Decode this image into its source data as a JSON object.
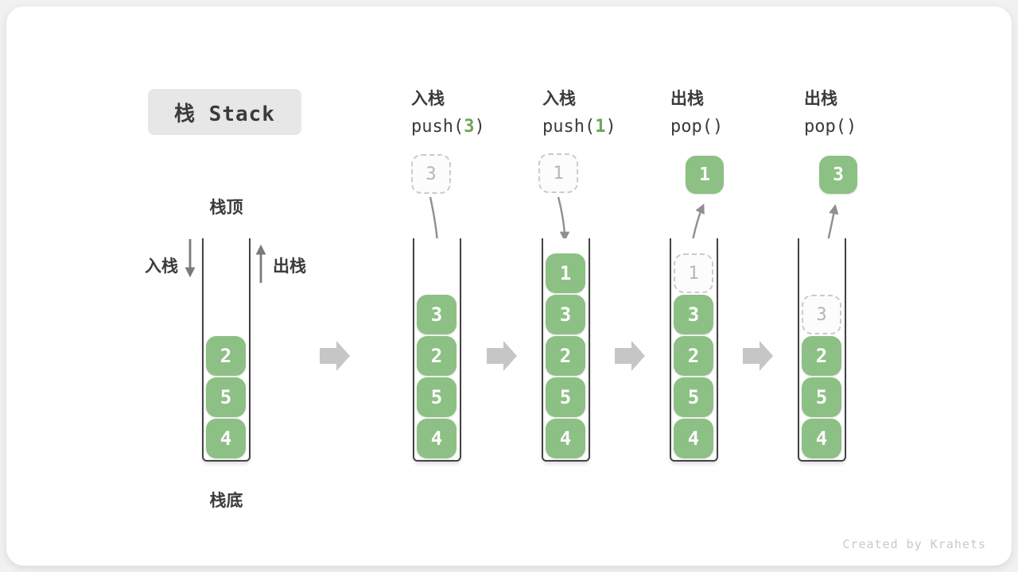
{
  "title": {
    "text": "栈 Stack"
  },
  "labels": {
    "stack_top": "栈顶",
    "stack_bottom": "栈底",
    "push_side": "入栈",
    "pop_side": "出栈"
  },
  "operations": [
    {
      "label": "入栈",
      "code_before": "push(",
      "code_arg": "3",
      "code_after": ")"
    },
    {
      "label": "入栈",
      "code_before": "push(",
      "code_arg": "1",
      "code_after": ")"
    },
    {
      "label": "出栈",
      "code_before": "pop(",
      "code_arg": "",
      "code_after": ")"
    },
    {
      "label": "出栈",
      "code_before": "pop(",
      "code_arg": "",
      "code_after": ")"
    }
  ],
  "stacks": [
    {
      "name": "initial",
      "cells": [
        {
          "value": "2",
          "slot": 3
        },
        {
          "value": "5",
          "slot": 4
        },
        {
          "value": "4",
          "slot": 5
        }
      ]
    },
    {
      "name": "after-push-3",
      "floating": {
        "value": "3",
        "variant": "ghost"
      },
      "cells": [
        {
          "value": "3",
          "slot": 2
        },
        {
          "value": "2",
          "slot": 3
        },
        {
          "value": "5",
          "slot": 4
        },
        {
          "value": "4",
          "slot": 5
        }
      ]
    },
    {
      "name": "after-push-1",
      "floating": {
        "value": "1",
        "variant": "ghost"
      },
      "cells": [
        {
          "value": "1",
          "slot": 1
        },
        {
          "value": "3",
          "slot": 2
        },
        {
          "value": "2",
          "slot": 3
        },
        {
          "value": "5",
          "slot": 4
        },
        {
          "value": "4",
          "slot": 5
        }
      ]
    },
    {
      "name": "after-pop-1",
      "floating": {
        "value": "1",
        "variant": "solid"
      },
      "cells": [
        {
          "value": "1",
          "slot": 1,
          "variant": "ghost"
        },
        {
          "value": "3",
          "slot": 2
        },
        {
          "value": "2",
          "slot": 3
        },
        {
          "value": "5",
          "slot": 4
        },
        {
          "value": "4",
          "slot": 5
        }
      ]
    },
    {
      "name": "after-pop-3",
      "floating": {
        "value": "3",
        "variant": "solid"
      },
      "cells": [
        {
          "value": "3",
          "slot": 2,
          "variant": "ghost"
        },
        {
          "value": "2",
          "slot": 3
        },
        {
          "value": "5",
          "slot": 4
        },
        {
          "value": "4",
          "slot": 5
        }
      ]
    }
  ],
  "icons": {
    "step_arrow": "block-arrow-right",
    "push_arrow": "arrow-down",
    "pop_arrow": "arrow-up"
  },
  "credit": "Created by Krahets",
  "colors": {
    "ink": "#3b3b3b",
    "title-bg": "#e7e7e7",
    "box-green": "#8dc084",
    "arg-green": "#6ca557",
    "wall": "#434343",
    "ghost-bg": "#fcfcfc",
    "ghost-border": "#cbcbcb",
    "ghost-ink": "#b5b5b5",
    "step-arrow": "#c6c6c6",
    "flow-arrow": "#8f8f8f",
    "side-arrow": "#7a7a7a",
    "credit": "#c9c9c9"
  }
}
